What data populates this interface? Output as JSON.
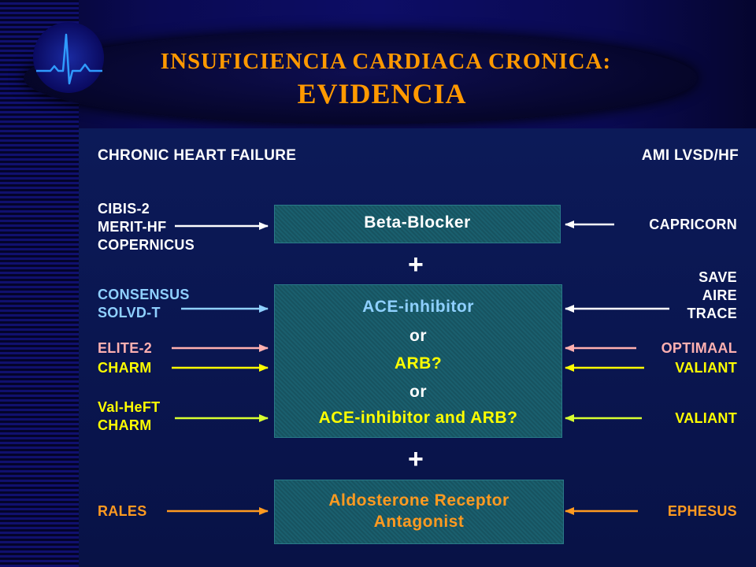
{
  "title": {
    "line1": "INSUFICIENCIA  CARDIACA CRONICA:",
    "line2": "EVIDENCIA"
  },
  "diagram": {
    "left_header": "CHRONIC HEART FAILURE",
    "right_header": "AMI LVSD/HF",
    "boxes": {
      "beta_blocker": "Beta-Blocker",
      "ace_line1": "ACE-inhibitor",
      "ace_line2": "or",
      "ace_line3": "ARB?",
      "ace_line4": "or",
      "ace_line5": "ACE-inhibitor and ARB?",
      "aldo_line1": "Aldosterone Receptor",
      "aldo_line2": "Antagonist"
    },
    "plus1": "+",
    "plus2": "+",
    "left_trials": {
      "beta": [
        "CIBIS-2",
        "MERIT-HF",
        "COPERNICUS"
      ],
      "ace": [
        "CONSENSUS",
        "SOLVD-T"
      ],
      "elite": "ELITE-2",
      "charm": "CHARM",
      "valheft": [
        "Val-HeFT",
        "CHARM"
      ],
      "rales": "RALES"
    },
    "right_trials": {
      "capricorn": "CAPRICORN",
      "ace": [
        "SAVE",
        "AIRE",
        "TRACE"
      ],
      "optimaal": "OPTIMAAL",
      "valiant1": "VALIANT",
      "valiant2": "VALIANT",
      "ephesus": "EPHESUS"
    },
    "colors": {
      "box": "#1a5f6e",
      "white_text": "#ffffff",
      "blue_text": "#8fd0ff",
      "pink_text": "#ffb0b0",
      "yellow_text": "#ffff00",
      "orange_text": "#ff9a20",
      "title": "#ff9900"
    }
  }
}
